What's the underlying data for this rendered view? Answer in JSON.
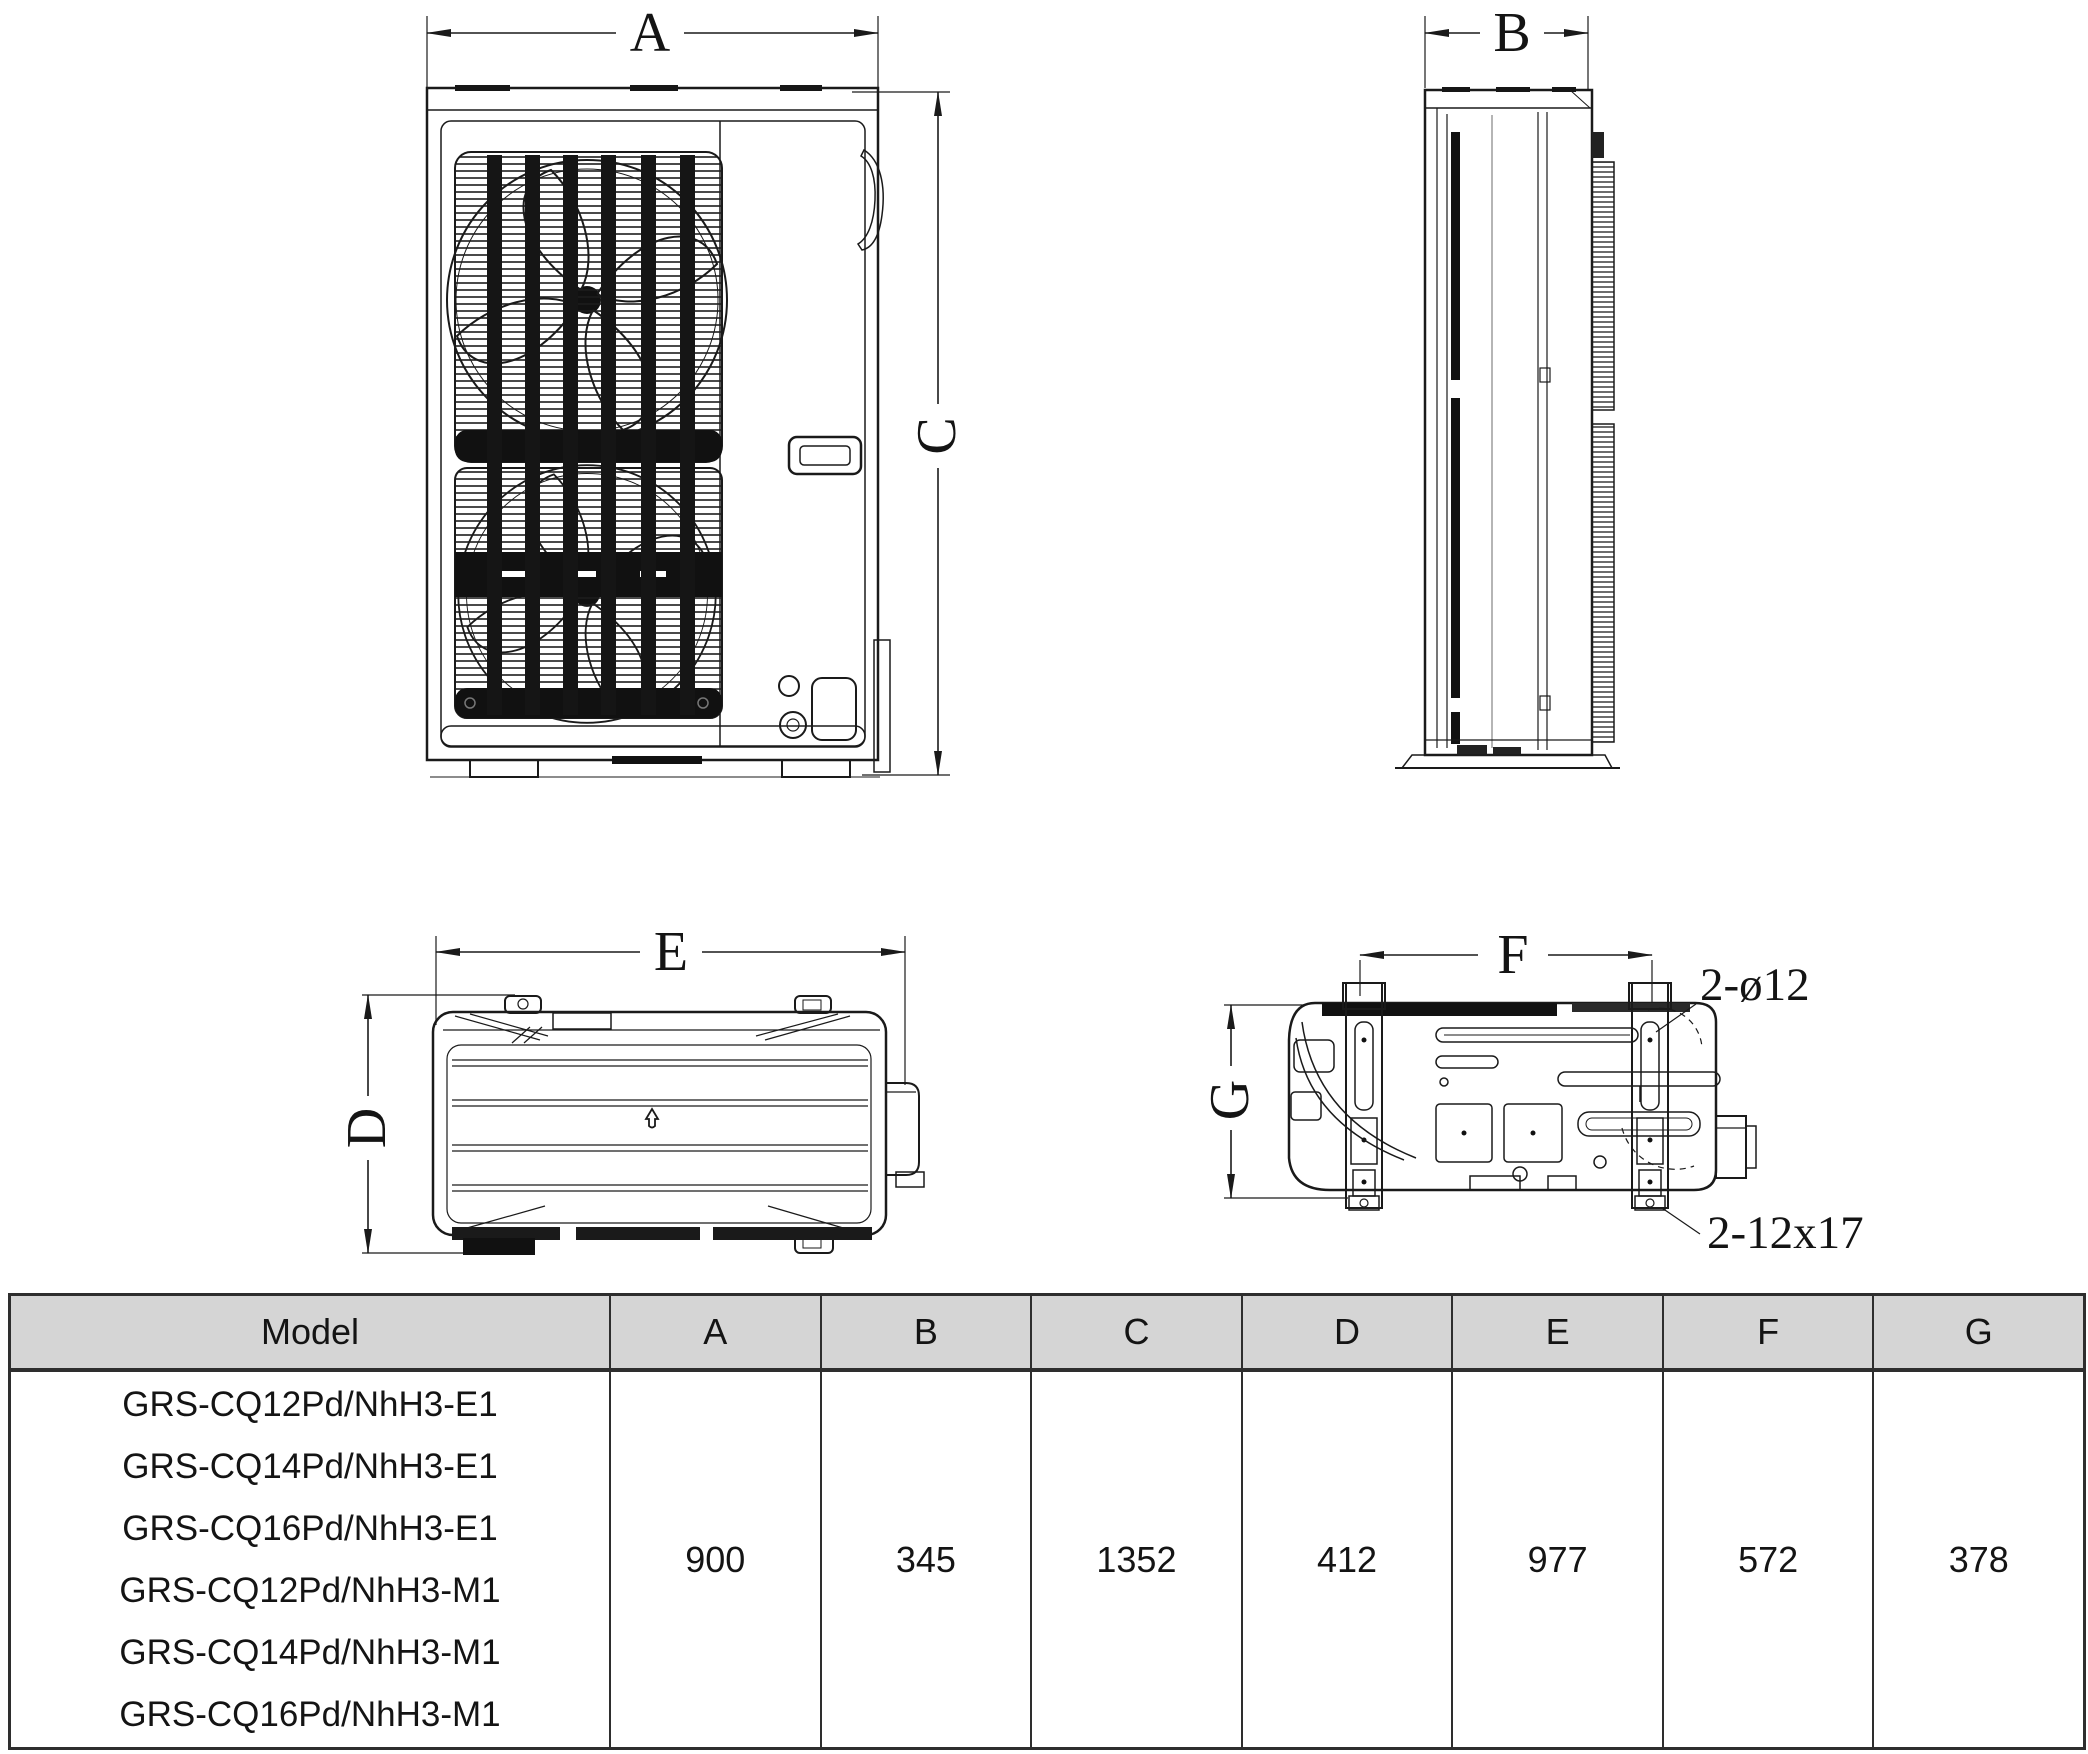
{
  "diagram": {
    "front": {
      "width_label": "A",
      "height_label": "C"
    },
    "side": {
      "width_label": "B"
    },
    "top": {
      "width_label": "E",
      "depth_label": "D"
    },
    "bottom": {
      "width_label": "F",
      "height_label": "G",
      "hole_note": "2-ø12",
      "slot_note": "2-12x17"
    }
  },
  "table": {
    "headers": [
      "Model",
      "A",
      "B",
      "C",
      "D",
      "E",
      "F",
      "G"
    ],
    "models": [
      "GRS-CQ12Pd/NhH3-E1",
      "GRS-CQ14Pd/NhH3-E1",
      "GRS-CQ16Pd/NhH3-E1",
      "GRS-CQ12Pd/NhH3-M1",
      "GRS-CQ14Pd/NhH3-M1",
      "GRS-CQ16Pd/NhH3-M1"
    ],
    "values": [
      "900",
      "345",
      "1352",
      "412",
      "977",
      "572",
      "378"
    ]
  },
  "colors": {
    "header_bg": "#d5d5d5",
    "line": "#1a1a1a",
    "table_border": "#2e2e2e",
    "background": "#ffffff"
  }
}
